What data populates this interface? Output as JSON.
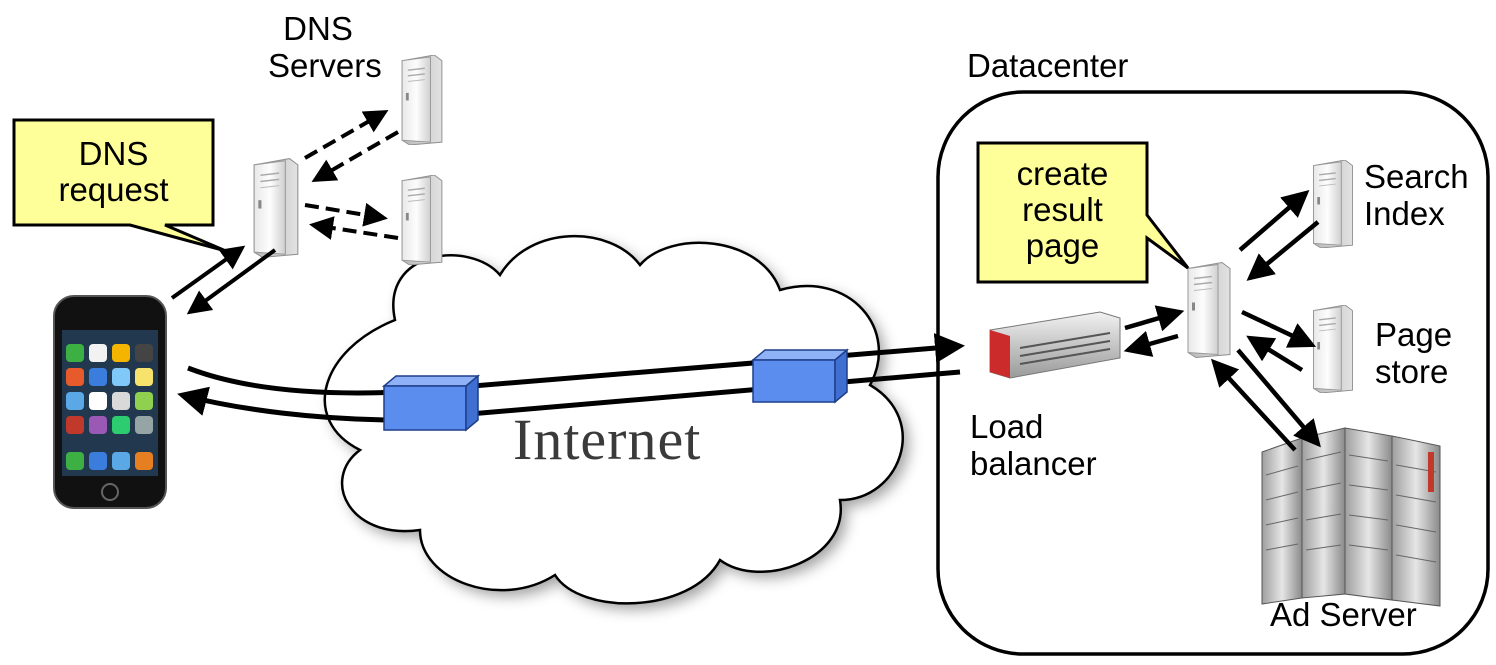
{
  "labels": {
    "dns_servers": [
      "DNS",
      "Servers"
    ],
    "dns_request": [
      "DNS",
      "request"
    ],
    "datacenter": "Datacenter",
    "create_result_page": [
      "create",
      "result",
      "page"
    ],
    "search_index": [
      "Search",
      "Index"
    ],
    "page_store": [
      "Page",
      "store"
    ],
    "load_balancer": [
      "Load",
      "balancer"
    ],
    "ad_server": "Ad Server",
    "internet": "Internet"
  },
  "colors": {
    "callout_fill": "#ffff99",
    "packet_fill": "#5b8def",
    "packet_stroke": "#1f3f8a",
    "cloud_stroke": "#000000",
    "arrow": "#000000"
  },
  "icons": {
    "phone": "smartphone-icon",
    "server": "tower-server-icon",
    "load_balancer": "network-appliance-icon",
    "rack": "server-rack-icon",
    "packet": "packet-box-icon",
    "cloud": "cloud-icon"
  }
}
